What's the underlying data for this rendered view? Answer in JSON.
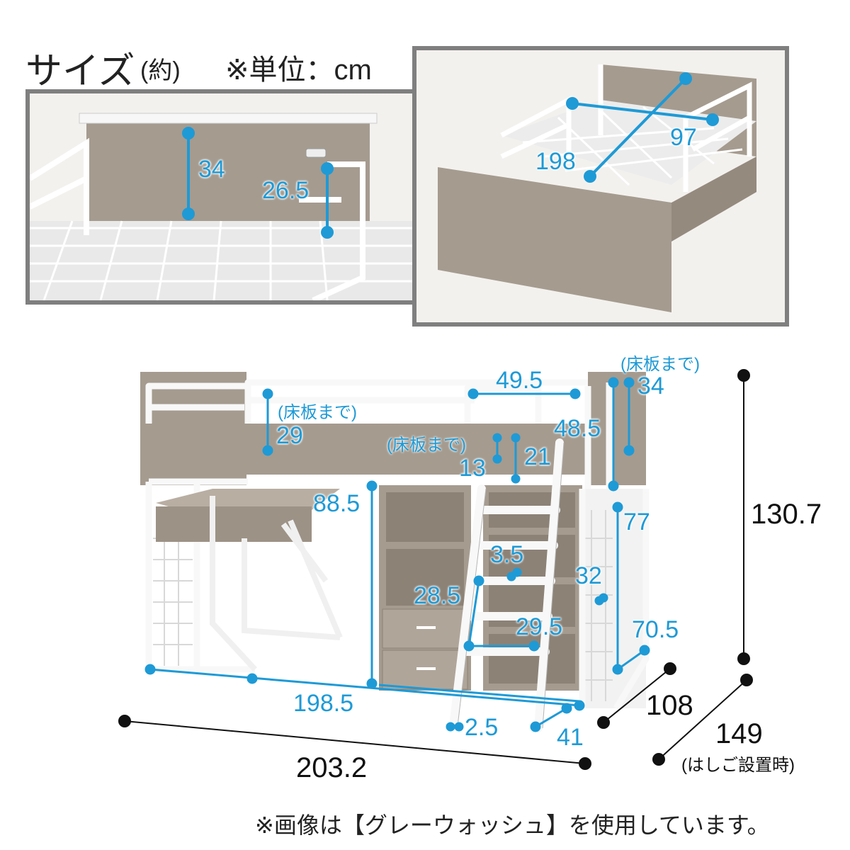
{
  "header": {
    "title": "サイズ",
    "title_paren": "(約)",
    "unit_note": "※単位：cm"
  },
  "detail_left": {
    "height_headboard": "34",
    "height_rail": "26.5"
  },
  "detail_right": {
    "length": "198",
    "width": "97"
  },
  "main": {
    "top_rail_width": "49.5",
    "floor_note": "(床板まで)",
    "right_guard_height": "34",
    "left_guard_height": "29",
    "ladder_opening": "48.5",
    "rail_gap": "13",
    "rail_height": "21",
    "desk_height": "88.5",
    "under_height": "77",
    "step_depth": "3.5",
    "shelf_height": "32",
    "ladder_spacing": "28.5",
    "step_width": "29.5",
    "side_depth": "70.5",
    "inner_length": "198.5",
    "total_height": "130.7",
    "total_depth": "108",
    "depth_with_ladder": "149",
    "depth_with_ladder_note": "(はしご設置時)",
    "total_length": "203.2",
    "ladder_tube": "2.5",
    "ladder_foot": "41"
  },
  "footer": {
    "note": "※画像は【グレーウォッシュ】を使用しています。"
  },
  "colors": {
    "accent": "#1e9ad6",
    "wood": "#a59b8f",
    "frame": "#ffffff",
    "border": "#7f7f7f"
  }
}
